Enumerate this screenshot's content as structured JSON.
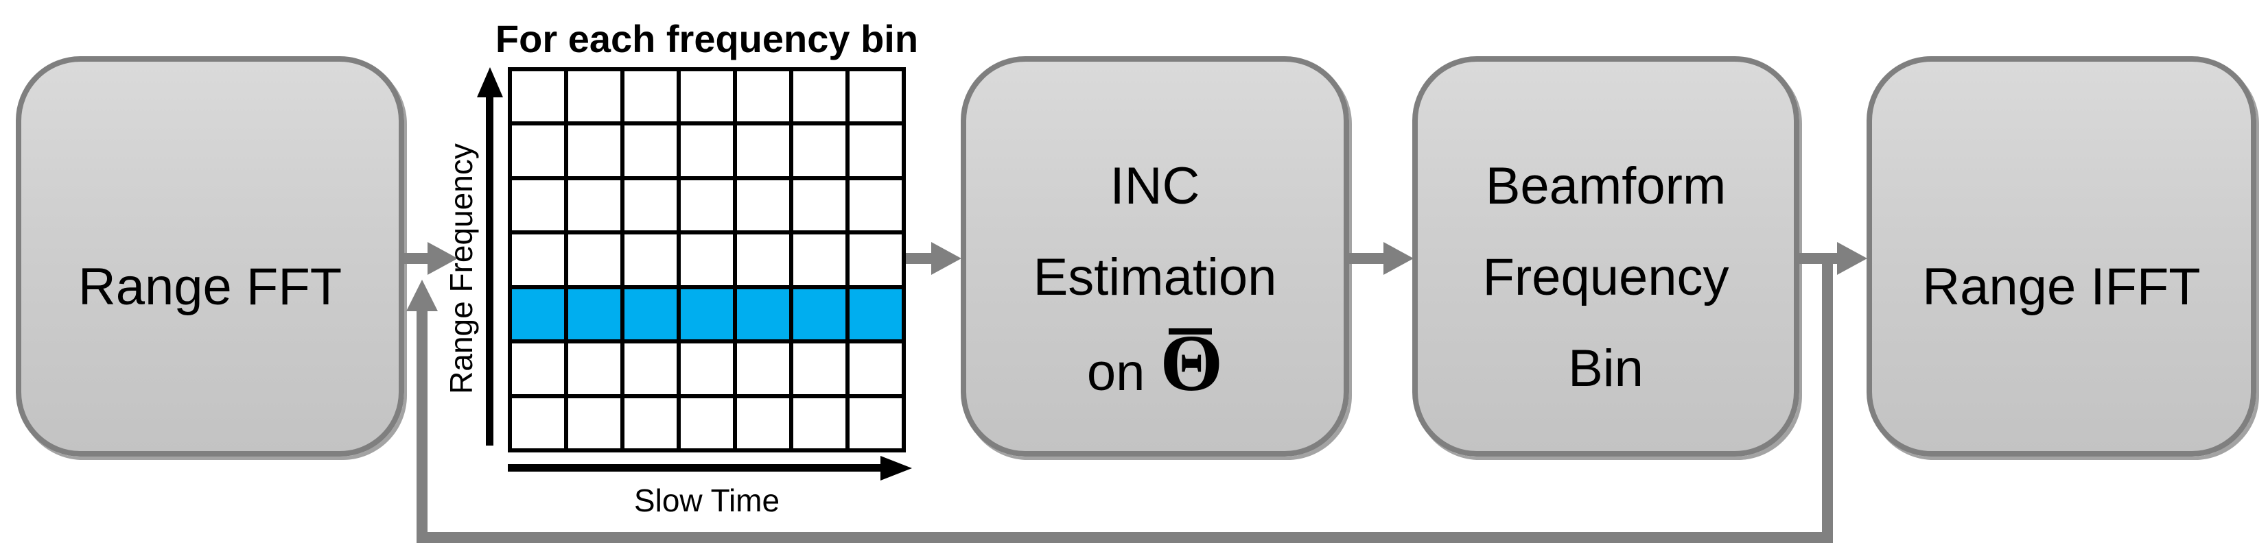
{
  "diagram": {
    "boxes": {
      "range_fft": {
        "label": "Range FFT"
      },
      "inc_estimation": {
        "line1": "INC",
        "line2": "Estimation",
        "line3_prefix": "on",
        "theta_symbol": "Θ"
      },
      "beamform": {
        "line1": "Beamform",
        "line2": "Frequency",
        "line3": "Bin"
      },
      "range_ifft": {
        "label": "Range IFFT"
      }
    },
    "grid": {
      "title": "For each frequency bin",
      "x_axis_label": "Slow Time",
      "y_axis_label": "Range Frequency",
      "columns": 7,
      "rows": 7,
      "highlighted_row_index": 4,
      "highlight_color": "#00AEEF"
    },
    "colors": {
      "box_fill_top": "#DADADA",
      "box_fill_bottom": "#C3C3C3",
      "box_border": "#7F7F7F",
      "arrow_gray": "#808080",
      "axis_black": "#000000",
      "highlight_cyan": "#00AEEF"
    }
  }
}
